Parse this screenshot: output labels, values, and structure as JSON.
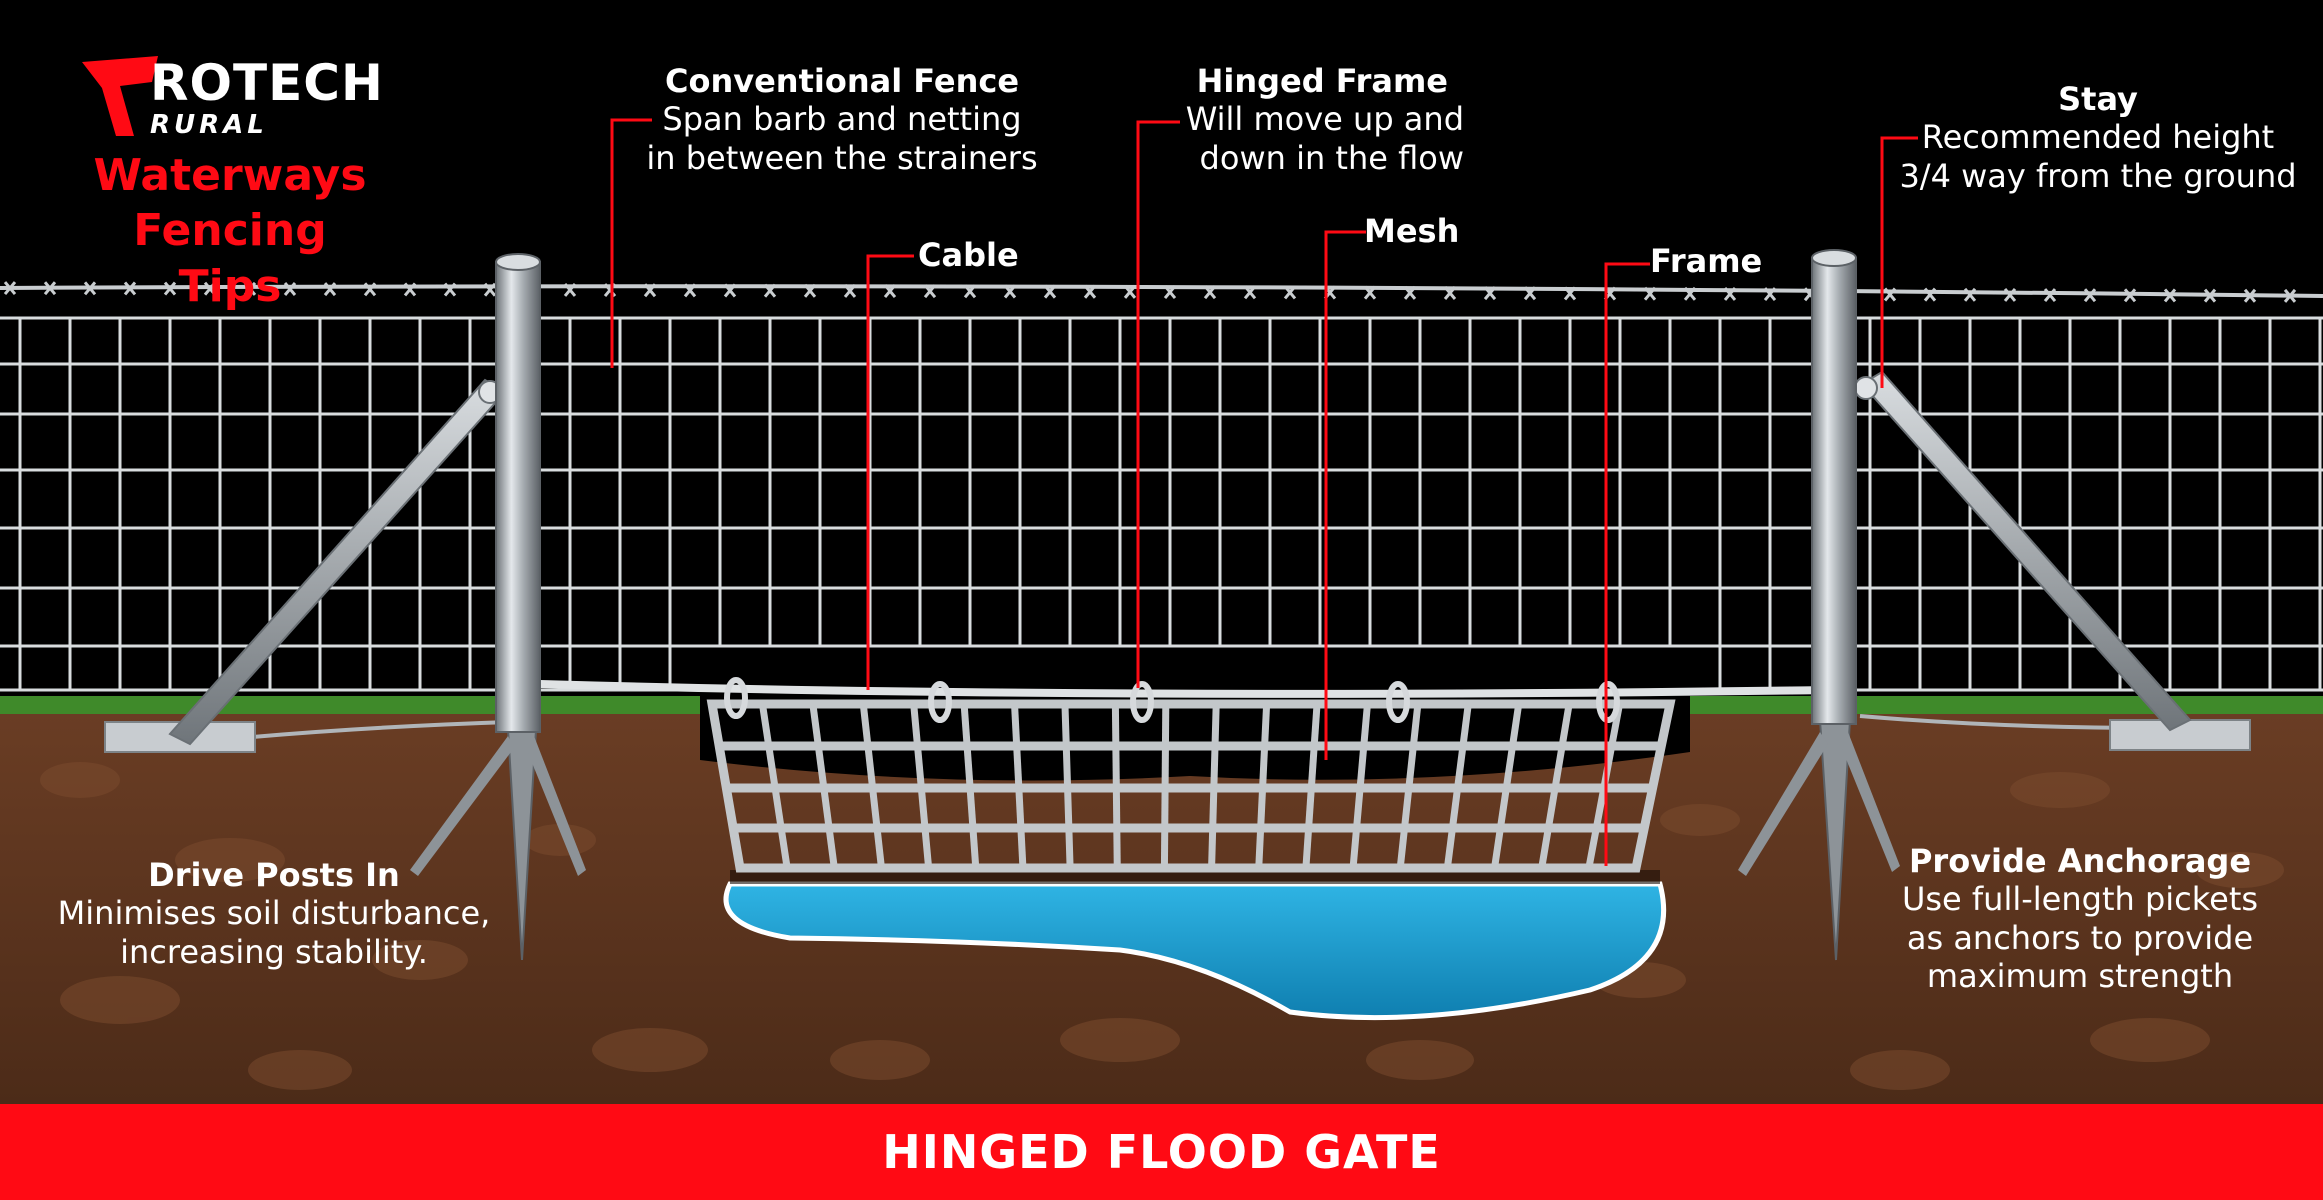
{
  "brand": {
    "name": "ROTECH",
    "sub": "RURAL",
    "r_letter": "R"
  },
  "heading": {
    "line1": "Waterways",
    "line2": "Fencing Tips"
  },
  "labels": {
    "conventional": {
      "title": "Conventional  Fence",
      "line1": "Span barb and netting",
      "line2": "in between the strainers"
    },
    "hinged": {
      "title": "Hinged Frame",
      "line1": "Will move up and",
      "line2": "down in the flow"
    },
    "stay": {
      "title": "Stay",
      "line1": "Recommended height",
      "line2": "3/4 way from the ground"
    },
    "cable": {
      "title": "Cable"
    },
    "mesh": {
      "title": "Mesh"
    },
    "frame": {
      "title": "Frame"
    },
    "drive": {
      "title": "Drive Posts In",
      "line1": "Minimises soil disturbance,",
      "line2": "increasing stability."
    },
    "anchorage": {
      "title": "Provide Anchorage",
      "line1": "Use full-length pickets",
      "line2": "as anchors to provide",
      "line3": "maximum strength"
    }
  },
  "banner": {
    "label": "HINGED FLOOD GATE"
  },
  "colors": {
    "accent": "#ff0a14",
    "soil": "#5c3420",
    "water": "#1e9fd3",
    "grass": "#3f8a2a",
    "steel": "#bfc5ca"
  }
}
